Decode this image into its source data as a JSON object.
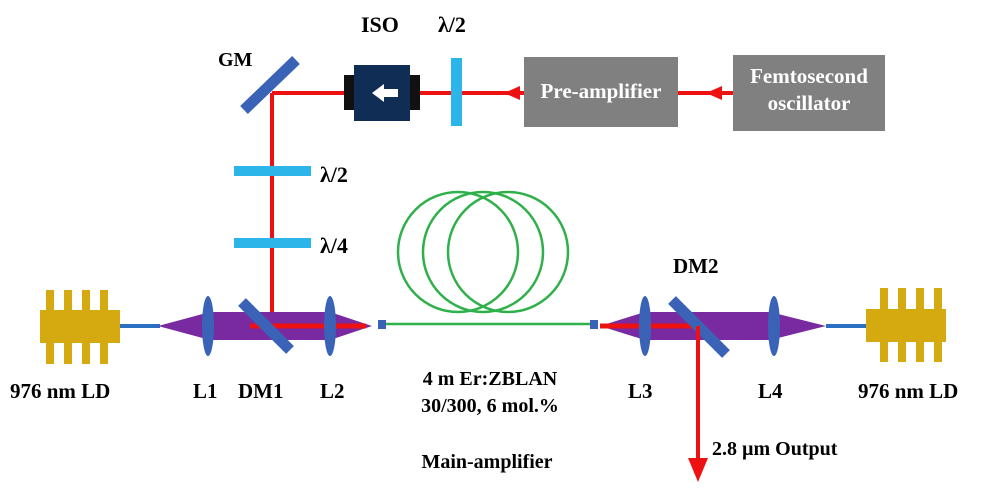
{
  "labels": {
    "iso": "ISO",
    "half_wave_top": "λ/2",
    "gm": "GM",
    "half_wave_side": "λ/2",
    "quarter_wave": "λ/4",
    "dm2": "DM2",
    "ld_left": "976 nm LD",
    "l1": "L1",
    "dm1": "DM1",
    "l2": "L2",
    "fiber_line1": "4 m Er:ZBLAN",
    "fiber_line2": "30/300, 6 mol.%",
    "l3": "L3",
    "l4": "L4",
    "ld_right": "976 nm LD",
    "output": "2.8 µm Output",
    "main_amp": "Main-amplifier"
  },
  "boxes": {
    "pre_amp": "Pre-amplifier",
    "osc_line1": "Femtosecond",
    "osc_line2": "oscillator"
  },
  "colors": {
    "beam": "#ee1111",
    "pump": "#7a2aa0",
    "optic": "#3a63b8",
    "waveplate": "#2bb5e8",
    "fiber": "#2fb04a",
    "box": "#808080",
    "iso": "#0f2d55",
    "diode": "#d4aa10"
  }
}
